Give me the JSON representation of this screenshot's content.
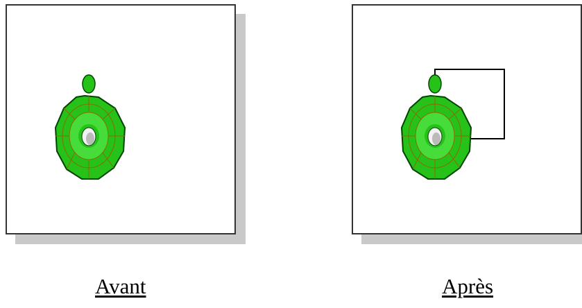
{
  "panels": [
    {
      "id": "before",
      "caption": "Avant",
      "shows_path": false
    },
    {
      "id": "after",
      "caption": "Après",
      "shows_path": true
    }
  ],
  "colors": {
    "turtle_shell": "#26c21a",
    "turtle_shell_light": "#46dd3a",
    "turtle_outline": "#004400",
    "turtle_pattern": "#8a6b00",
    "eye_gray": "#bbbbbb",
    "trace_line": "#000000",
    "frame_border": "#333333",
    "shadow": "#c9c9c9"
  },
  "icons": {
    "turtle": "turtle-icon"
  }
}
